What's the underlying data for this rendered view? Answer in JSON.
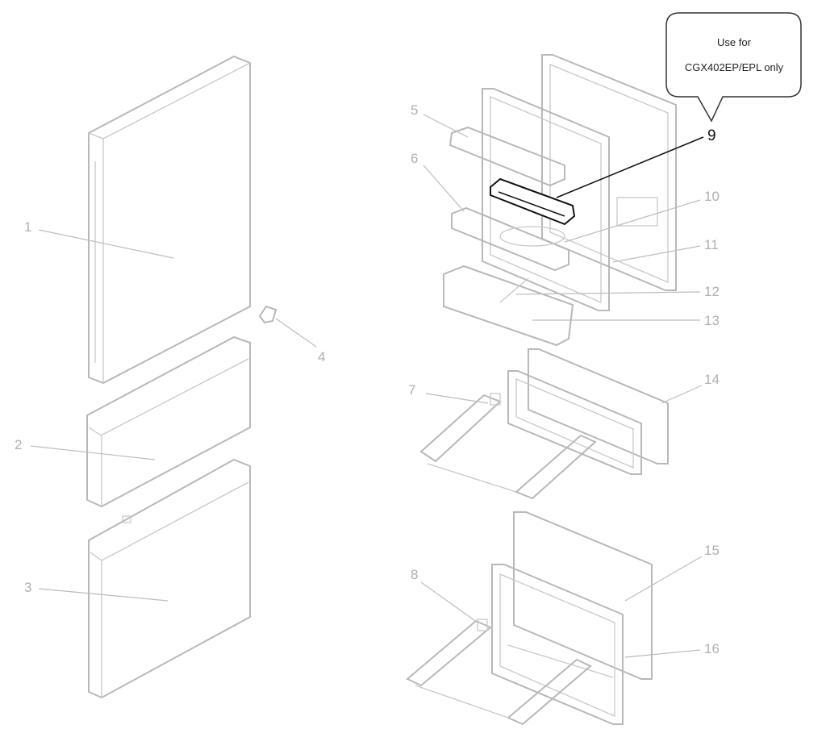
{
  "callout": {
    "line1": "Use for",
    "line2": "CGX402EP/EPL only"
  },
  "labels": {
    "p1": "1",
    "p2": "2",
    "p3": "3",
    "p4": "4",
    "p5": "5",
    "p6": "6",
    "p7": "7",
    "p8": "8",
    "p9": "9",
    "p10": "10",
    "p11": "11",
    "p12": "12",
    "p13": "13",
    "p14": "14",
    "p15": "15",
    "p16": "16"
  },
  "highlight_color": "#111111",
  "part_color": "#b8b8b8"
}
